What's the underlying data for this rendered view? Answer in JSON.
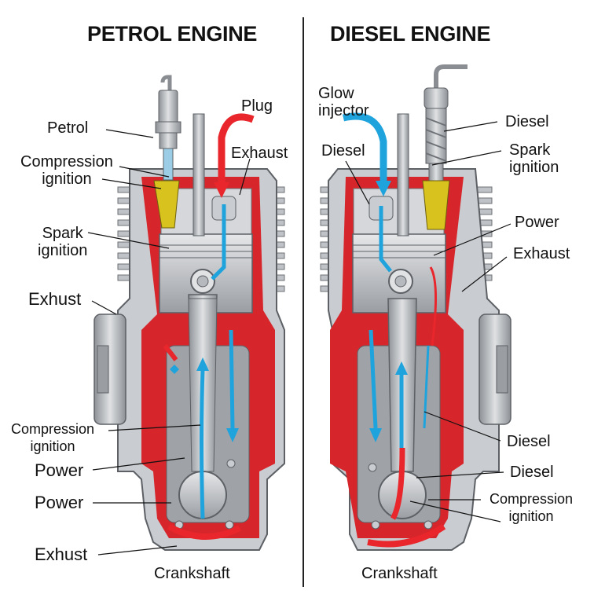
{
  "panels": {
    "petrol": {
      "title": "PETROL ENGINE",
      "labels": {
        "plug": "Plug",
        "petrol": "Petrol",
        "exhaust_top": "Exhaust",
        "compression_ignition_1": "Compression\nignition",
        "spark_ignition": "Spark\nignition",
        "exhust_mid": "Exhust",
        "compression_ignition_2": "Compression\nignition",
        "power_1": "Power",
        "power_2": "Power",
        "exhust_bottom": "Exhust",
        "crankshaft": "Crankshaft"
      }
    },
    "diesel": {
      "title": "DIESEL ENGINE",
      "labels": {
        "glow_injector": "Glow\ninjector",
        "diesel_top": "Diesel",
        "diesel_left": "Diesel",
        "spark_ignition": "Spark\nignition",
        "power": "Power",
        "exhaust": "Exhaust",
        "diesel_mid": "Diesel",
        "diesel_low": "Diesel",
        "compression_ignition": "Compression\nignition",
        "crankshaft": "Crankshaft"
      }
    }
  },
  "colors": {
    "hot_flow": "#e8262b",
    "cool_flow": "#1fa3dc",
    "metal": "#b9bcc0",
    "metal_dark": "#7d8186",
    "plug_insulator": "#d8c21e"
  }
}
